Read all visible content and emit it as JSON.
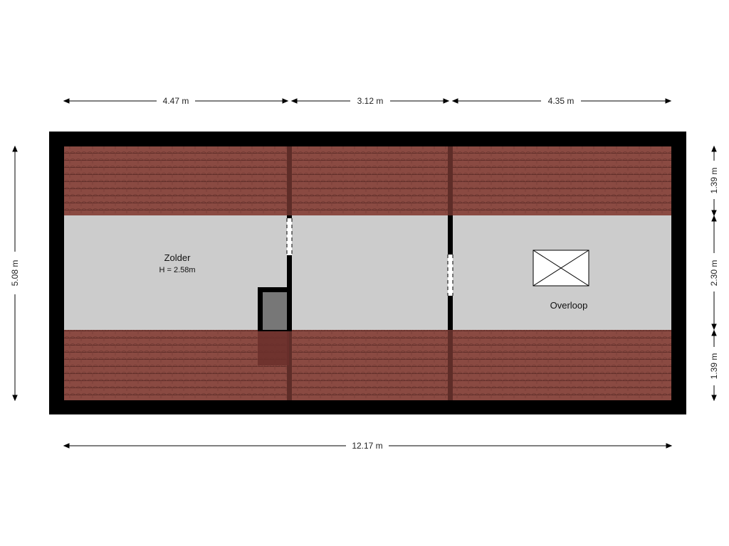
{
  "plan": {
    "dimensions": {
      "top": [
        "4.47 m",
        "3.12 m",
        "4.35 m"
      ],
      "bottom": "12.17 m",
      "left": "5.08 m",
      "right": [
        "1.39 m",
        "2.30 m",
        "1.39 m"
      ]
    },
    "rooms": [
      {
        "name": "Zolder",
        "height": "H = 2.58m"
      },
      {
        "name": "Overloop"
      }
    ],
    "colors": {
      "wall": "#000000",
      "roof_tile": "#8a4a42",
      "roof_line": "#5e2d28",
      "floor": "#cccccc",
      "chimney": "#777777"
    }
  }
}
